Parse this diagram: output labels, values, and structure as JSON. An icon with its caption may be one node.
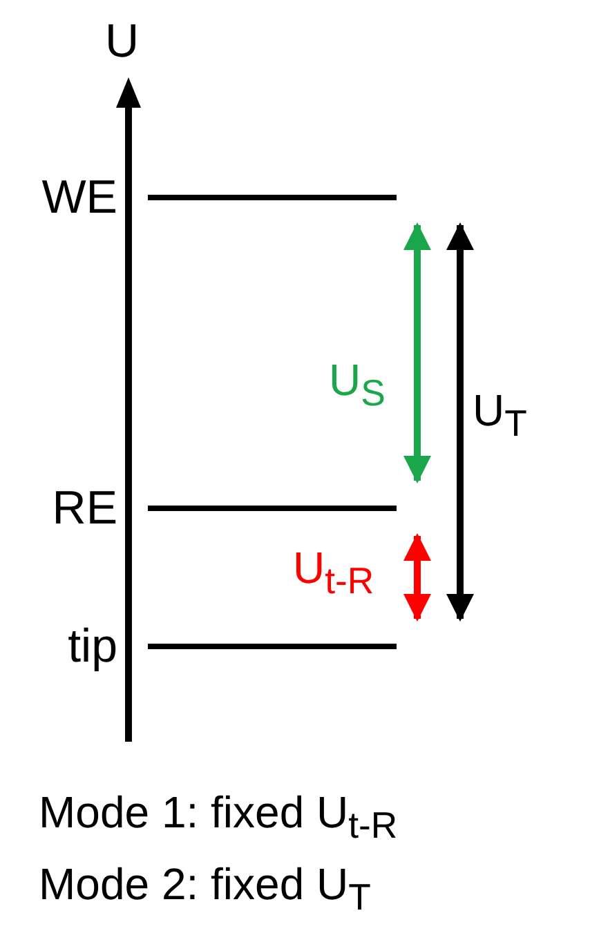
{
  "diagram": {
    "nodes": [
      {
        "text": [
          "WE"
        ]
      },
      {
        "text": [
          "RE"
        ]
      },
      {
        "text": [
          "tip"
        ]
      }
    ],
    "edges": [
      {
        "from": 0,
        "to": 1,
        "arrow": "both",
        "label": "U$_{S}$",
        "color": "#1aa64a"
      },
      {
        "from": 1,
        "to": 2,
        "arrow": "both",
        "label": "U$_{t-R}$",
        "color": "#ff0000"
      },
      {
        "from": 0,
        "to": 2,
        "arrow": "both",
        "label": "U$_{T}$",
        "color": "#000000"
      }
    ],
    "labels": [
      "U",
      "Mode 1: fixed U$_{t-R}$",
      "Mode 2: fixed U$_{T}$"
    ]
  }
}
